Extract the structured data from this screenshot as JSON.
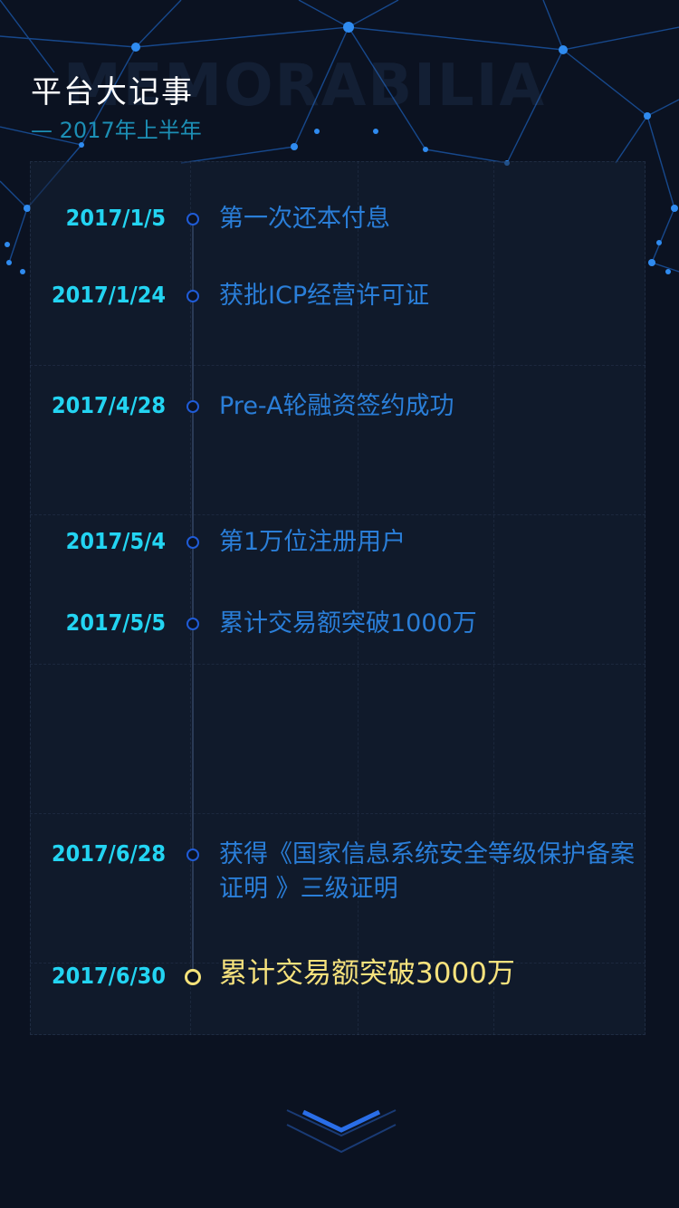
{
  "header": {
    "bg_word": "MEMORABILIA",
    "title": "平台大记事",
    "subtitle": "— 2017年上半年"
  },
  "timeline": [
    {
      "date": "2017/1/5",
      "text": "第一次还本付息",
      "highlight": false
    },
    {
      "date": "2017/1/24",
      "text": "获批ICP经营许可证",
      "highlight": false
    },
    {
      "date": "2017/4/28",
      "text": "Pre-A轮融资签约成功",
      "highlight": false
    },
    {
      "date": "2017/5/4",
      "text": "第1万位注册用户",
      "highlight": false
    },
    {
      "date": "2017/5/5",
      "text": "累计交易额突破1000万",
      "highlight": false
    },
    {
      "date": "2017/6/28",
      "text": "获得《国家信息系统安全等级保护备案证明 》三级证明",
      "highlight": false
    },
    {
      "date": "2017/6/30",
      "text": "累计交易额突破3000万",
      "highlight": true
    }
  ],
  "icons": {
    "scroll_down": "double-chevron-down-icon"
  },
  "colors": {
    "background": "#0b1221",
    "date": "#23d4f2",
    "event_text": "#2a7ed8",
    "highlight": "#f6e27d",
    "dot": "#1f5bd6"
  }
}
